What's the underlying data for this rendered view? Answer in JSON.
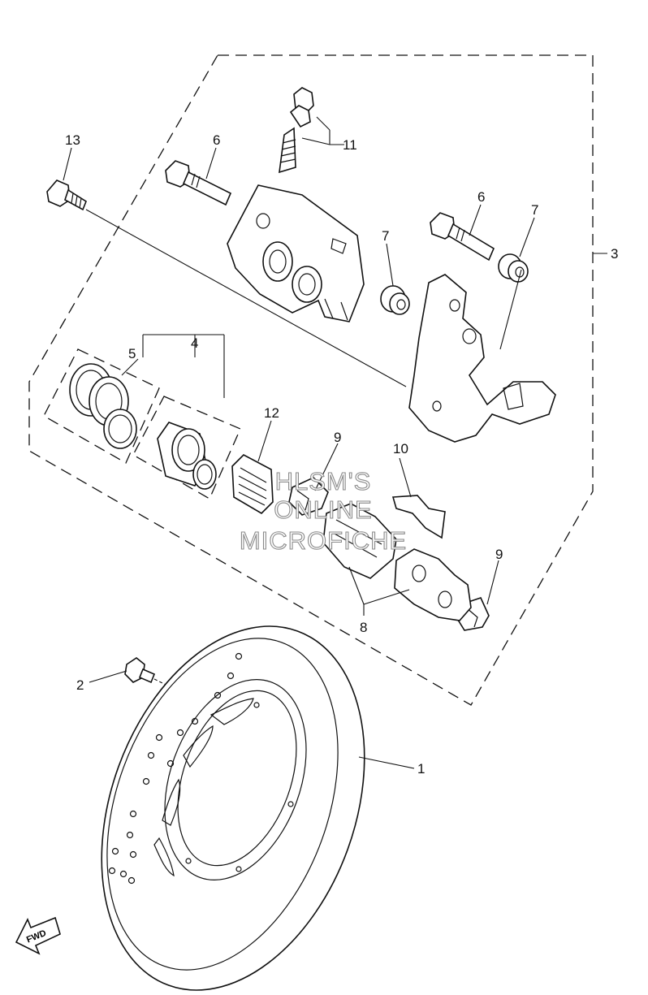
{
  "watermark": {
    "line1": "HLSM'S",
    "line2": "ONLINE",
    "line3": "MICROFICHE"
  },
  "callouts": {
    "c1": "1",
    "c2": "2",
    "c3": "3",
    "c4": "4",
    "c5": "5",
    "c6a": "6",
    "c6b": "6",
    "c7a": "7",
    "c7b": "7",
    "c8": "8",
    "c9a": "9",
    "c9b": "9",
    "c10": "10",
    "c11": "11",
    "c12": "12",
    "c13": "13"
  },
  "fwd_label": "FWD"
}
